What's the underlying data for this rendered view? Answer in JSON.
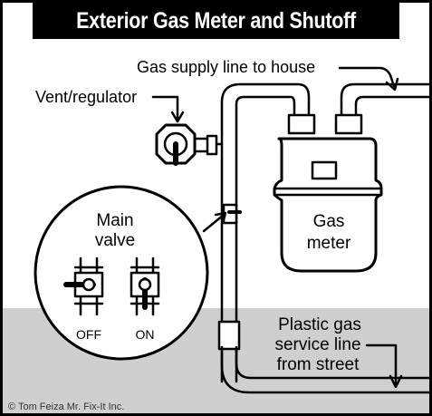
{
  "title": "Exterior Gas Meter and Shutoff",
  "labels": {
    "gas_supply": "Gas supply line to house",
    "vent": "Vent/regulator",
    "main_valve_line1": "Main",
    "main_valve_line2": "valve",
    "meter_line1": "Gas",
    "meter_line2": "meter",
    "plastic_line1": "Plastic gas",
    "plastic_line2": "service line",
    "plastic_line3": "from street",
    "off": "OFF",
    "on": "ON"
  },
  "credit": "© Tom Feiza Mr. Fix-It Inc.",
  "colors": {
    "title_bg": "#000000",
    "title_text": "#ffffff",
    "ground": "#cfcfcf",
    "line": "#000000"
  }
}
